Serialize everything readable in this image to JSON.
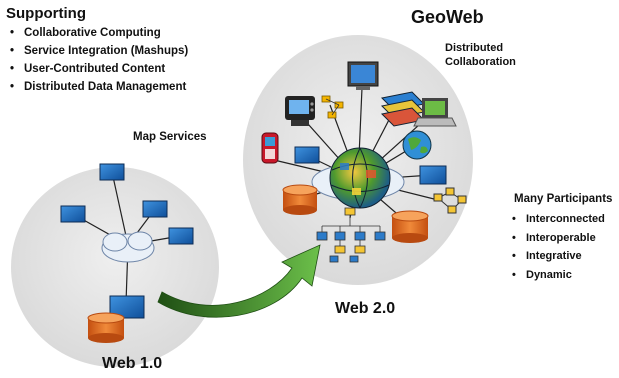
{
  "supporting": {
    "heading": "Supporting",
    "items": [
      "Collaborative Computing",
      "Service Integration (Mashups)",
      "User-Contributed Content",
      "Distributed Data Management"
    ]
  },
  "geoweb_title": "GeoWeb",
  "distributed_collaboration": [
    "Distributed",
    "Collaboration"
  ],
  "map_services": "Map Services",
  "participants": {
    "heading": "Many Participants",
    "items": [
      "Interconnected",
      "Interoperable",
      "Integrative",
      "Dynamic"
    ]
  },
  "web20_label": "Web 2.0",
  "web10_label": "Web 1.0",
  "colors": {
    "circle_fill": "#e4e4e4",
    "monitor_blue": "#1f74c7",
    "database_orange": "#e06a1c",
    "arrow_green": "#3f8a2a",
    "cloud": "#dfe9f5"
  }
}
